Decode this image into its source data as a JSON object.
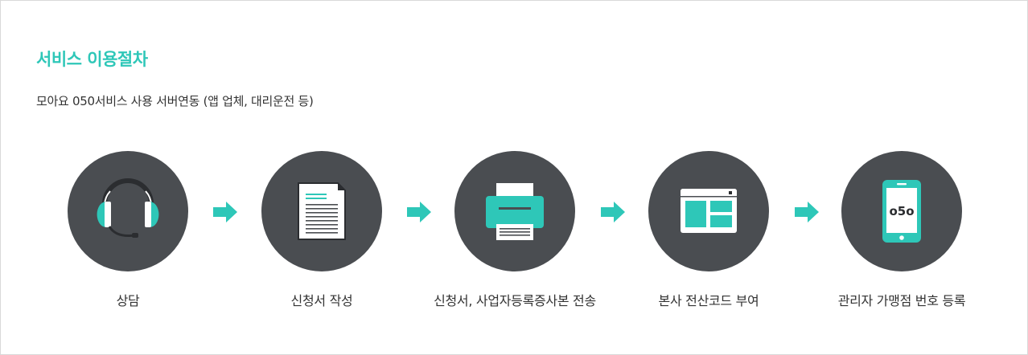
{
  "header": {
    "title": "서비스 이용절차",
    "subtitle": "모아요 050서비스 사용 서버연동 (앱 업체, 대리운전 등)"
  },
  "colors": {
    "accent": "#2ec7b8",
    "circle": "#4a4d51",
    "arrow": "#2ec7b8"
  },
  "steps": [
    {
      "label": "상담",
      "icon": "headset-icon"
    },
    {
      "label": "신청서 작성",
      "icon": "document-icon"
    },
    {
      "label": "신청서, 사업자등록증사본 전송",
      "icon": "fax-printer-icon"
    },
    {
      "label": "본사 전산코드 부여",
      "icon": "browser-window-icon"
    },
    {
      "label": "관리자 가맹점 번호 등록",
      "icon": "mobile-phone-icon",
      "phone_text": "o5o"
    }
  ]
}
